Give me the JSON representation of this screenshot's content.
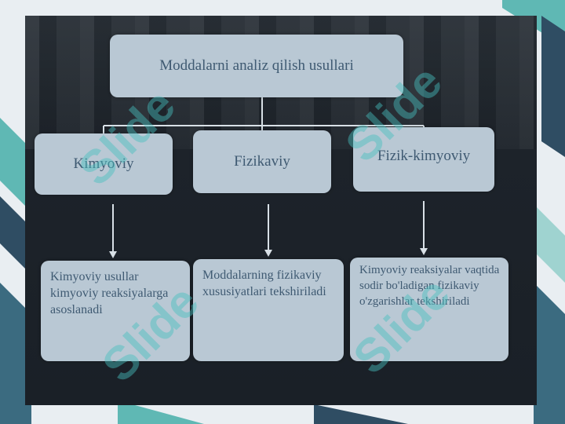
{
  "diagram": {
    "root": "Moddalarni analiz qilish usullari",
    "branches": [
      {
        "title": "Kimyoviy",
        "description": "Kimyoviy usullar kimyoviy reaksiyalarga asoslanadi"
      },
      {
        "title": "Fizikaviy",
        "description": "Moddalarning fizikaviy xususiyatlari tekshiriladi"
      },
      {
        "title": "Fizik-kimyoviy",
        "description": "Kimyoviy reaksiyalar vaqtida sodir bo'ladigan fizikaviy o'zgarishlar tekshiriladi"
      }
    ]
  },
  "colors": {
    "box": "#b9c8d4",
    "text": "#3f5a72",
    "connector": "#d8e0e6",
    "watermark": "#46bebe"
  },
  "watermark": "Slide"
}
